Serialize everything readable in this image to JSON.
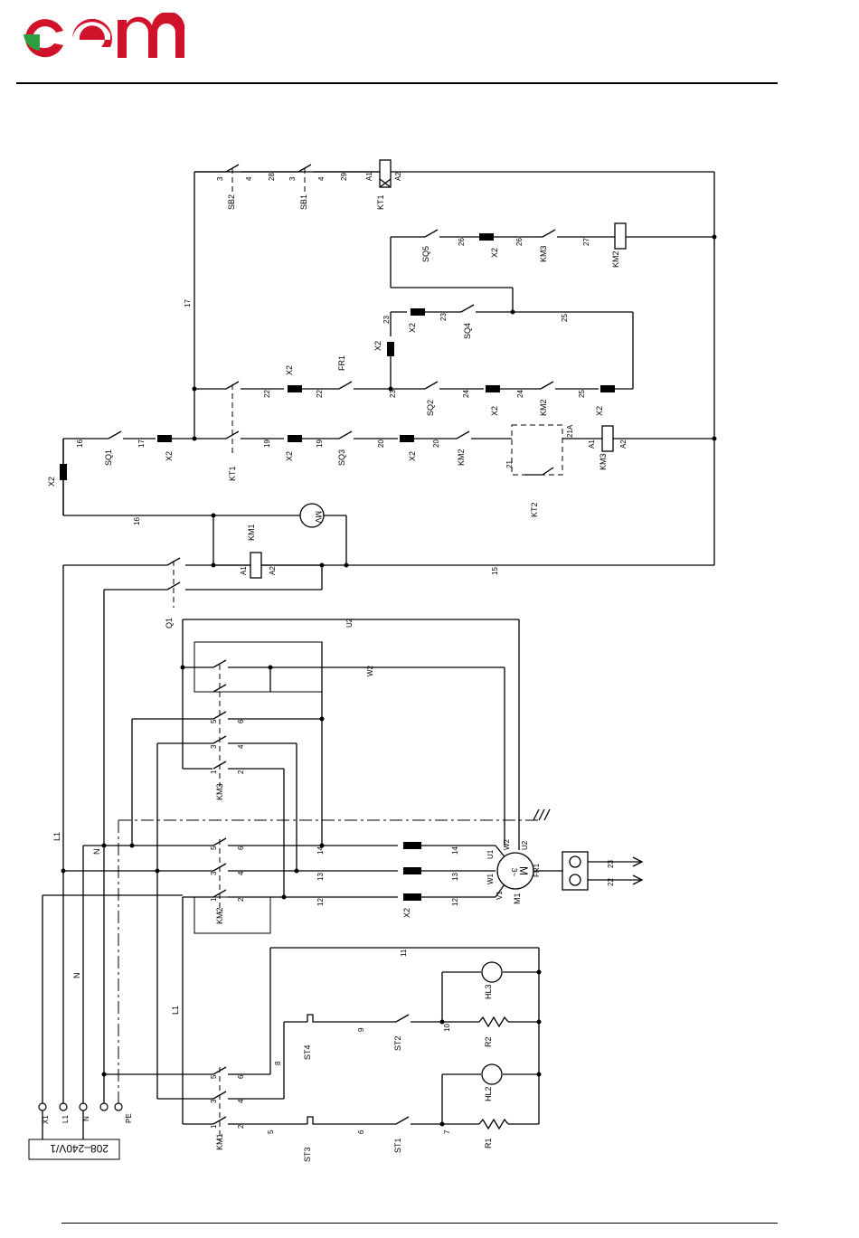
{
  "brand": {
    "logo_text": "oem",
    "brand_red": "#d0122a",
    "brand_green": "#2f9e3e"
  },
  "supply": {
    "rating": "208–240V/1",
    "terminal_block": "X1",
    "terminals": [
      "L1",
      "N",
      "PE"
    ]
  },
  "wires": {
    "w11": "11",
    "w12": "12",
    "w13": "13",
    "w14": "14",
    "w15": "15",
    "w16": "16",
    "w17": "17",
    "w19": "19",
    "w20": "20",
    "w21": "21",
    "w21a": "21A",
    "w22": "22",
    "w23": "23",
    "w24": "24",
    "w25": "25",
    "w26": "26",
    "w27": "27",
    "w28": "28",
    "w29": "29",
    "w5": "5",
    "w6": "6",
    "w7": "7",
    "w8": "8",
    "w9": "9",
    "w10": "10",
    "u2": "U2",
    "w2": "W2",
    "l1": "L1",
    "n": "N"
  },
  "components": {
    "SB1": "SB1",
    "SB2": "SB2",
    "KT1": "KT1",
    "KT2": "KT2",
    "KM1": "KM1",
    "KM2": "KM2",
    "KM3": "KM3",
    "SQ1": "SQ1",
    "SQ2": "SQ2",
    "SQ3": "SQ3",
    "SQ4": "SQ4",
    "SQ5": "SQ5",
    "FR1": "FR1",
    "X2": "X2",
    "Q1": "Q1",
    "MV": "MV",
    "M1": "M1",
    "M": "M",
    "three_phase": "3~",
    "HL2": "HL2",
    "HL3": "HL3",
    "R1": "R1",
    "R2": "R2",
    "ST1": "ST1",
    "ST2": "ST2",
    "ST3": "ST3",
    "ST4": "ST4"
  },
  "pins": {
    "A1": "A1",
    "A2": "A2",
    "p1": "1",
    "p2": "2",
    "p3": "3",
    "p4": "4",
    "p5": "5",
    "p6": "6",
    "U1": "U1",
    "V1": "V1",
    "W1": "W1",
    "W2": "W2",
    "U2": "U2",
    "FR": "FR1"
  }
}
